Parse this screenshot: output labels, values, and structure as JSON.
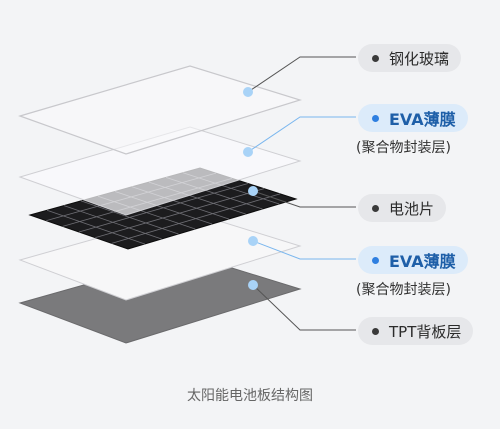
{
  "labels": {
    "glass": "钢化玻璃",
    "eva_top": "EVA薄膜",
    "eva_top_sub": "(聚合物封装层)",
    "cells": "电池片",
    "eva_bottom": "EVA薄膜",
    "eva_bottom_sub": "(聚合物封装层)",
    "backsheet": "TPT背板层"
  },
  "caption": "太阳能电池板结构图",
  "colors": {
    "background": "#f3f4f6",
    "accent_blue": "#2f7fe0",
    "pill_blue_bg": "#dcebfa",
    "pill_gray_bg": "#e6e7ea",
    "cell_dark": "#1c1c1e",
    "backsheet_gray": "#7a7a7c",
    "leader_dark": "#555555",
    "leader_blue": "#7ab6ee"
  }
}
